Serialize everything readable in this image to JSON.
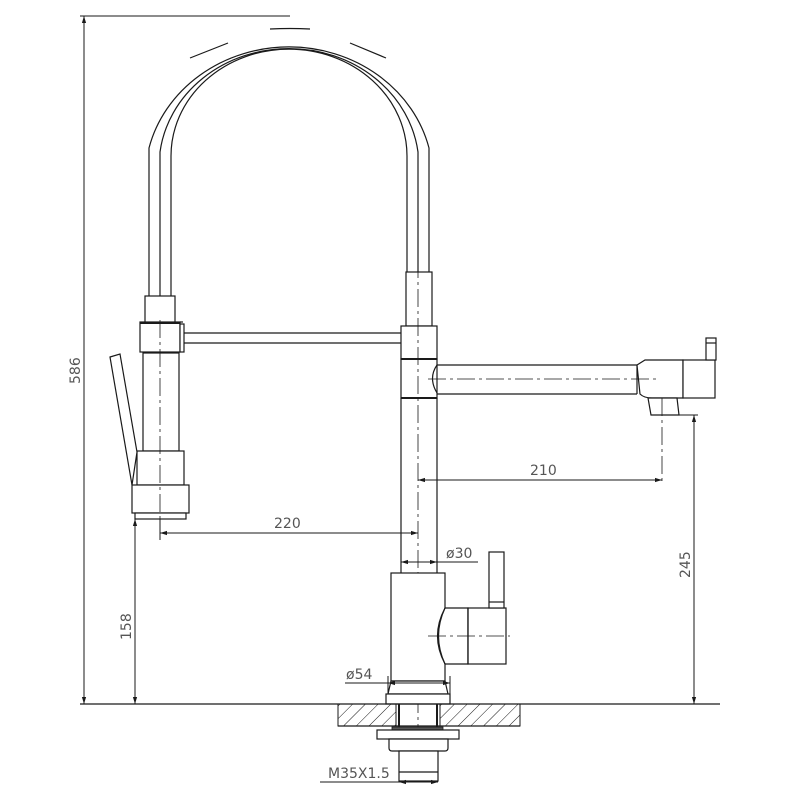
{
  "drawing": {
    "subject": "Pull-down kitchen faucet technical dimension drawing",
    "line_color": "#1a1a1a",
    "label_color": "#555555",
    "background": "#ffffff"
  },
  "dimensions": {
    "total_height": "586",
    "spray_head_height": "158",
    "spray_head_reach": "220",
    "spout_reach": "210",
    "spout_outlet_height": "245",
    "body_diameter": "ø30",
    "base_diameter": "ø54",
    "thread": "M35X1.5"
  }
}
